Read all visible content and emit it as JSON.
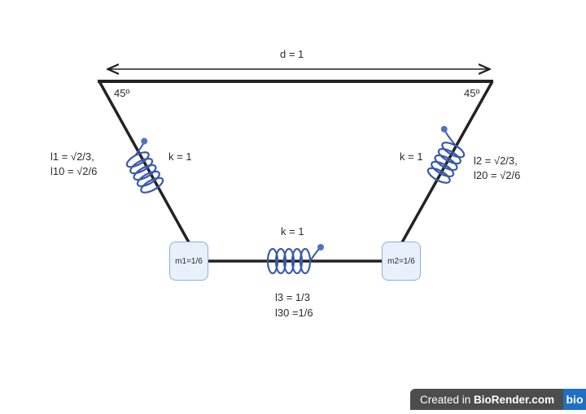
{
  "labels": {
    "distance": "d = 1",
    "angle_left": "45º",
    "angle_right": "45º",
    "spring_left_k": "k = 1",
    "spring_right_k": "k = 1",
    "spring_middle_k": "k = 1",
    "spring_left_l_line1": "l1 = √2/3,",
    "spring_left_l_line2": "l10 = √2/6",
    "spring_right_l_line1": "l2 = √2/3,",
    "spring_right_l_line2": "l20 = √2/6",
    "spring_middle_l_line1": "l3 = 1/3",
    "spring_middle_l_line2": "l30 =1/6"
  },
  "masses": {
    "left": "m1=1/6",
    "right": "m2=1/6"
  },
  "credit": {
    "prefix": "Created in ",
    "brand": "BioRender.com",
    "logo": "bio"
  },
  "colors": {
    "line": "#222222",
    "spring": "#3a5aa8",
    "mass_fill": "#e8f0fb",
    "mass_border": "#8fb0d8"
  }
}
